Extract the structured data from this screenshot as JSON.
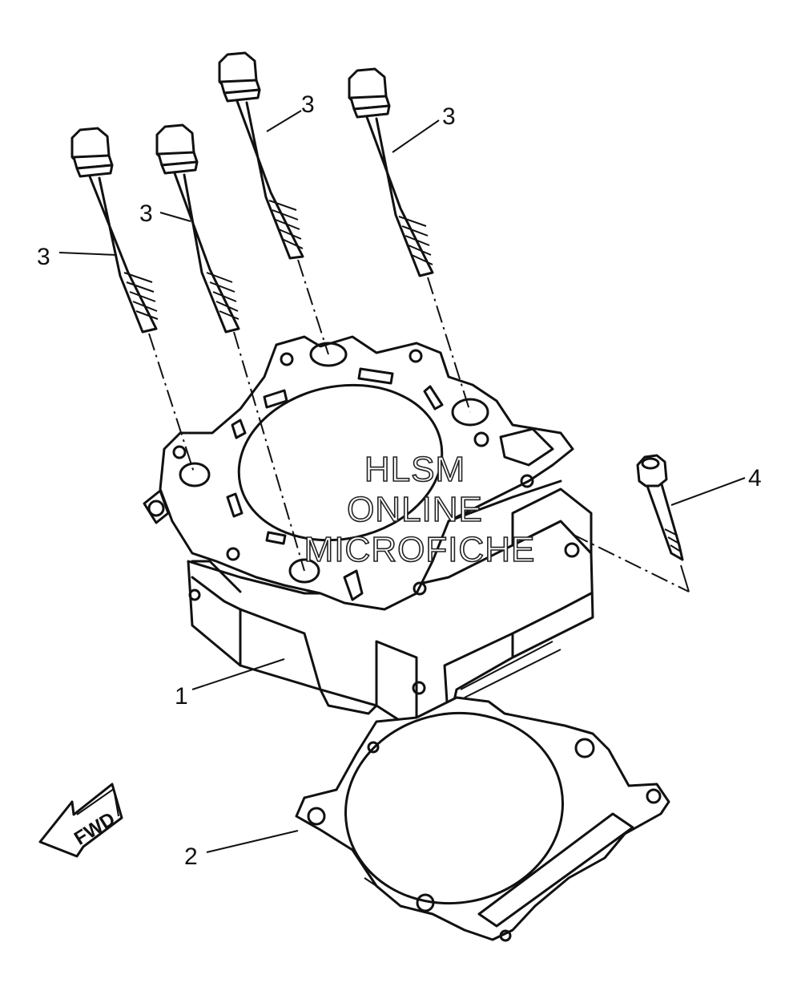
{
  "callouts": {
    "cylinder": "1",
    "gasket": "2",
    "bolt_a": "3",
    "bolt_b": "3",
    "bolt_c": "3",
    "bolt_d": "3",
    "screw": "4"
  },
  "direction_label": "FWD",
  "watermark": {
    "line1": "HLSM",
    "line2": "ONLINE",
    "line3": "MICROFICHE"
  }
}
